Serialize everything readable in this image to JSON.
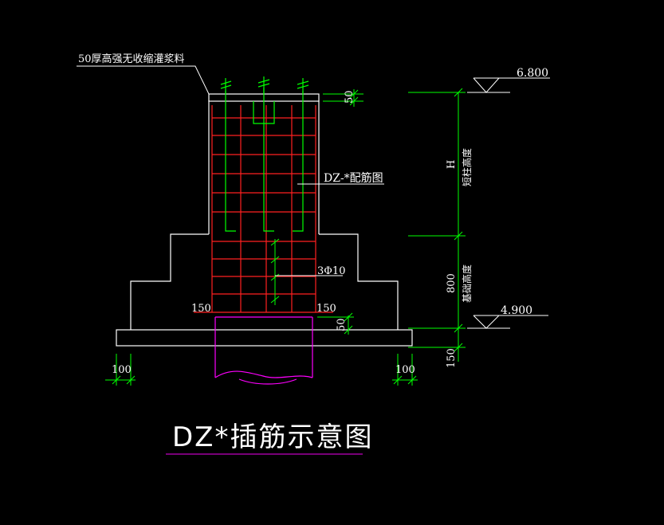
{
  "title": "DZ*插筋示意图",
  "labels": {
    "grout_note": "50厚高强无收缩灌浆料",
    "rebar_detail": "DZ-*配筋图",
    "stirrup": "3Φ10",
    "elev_top": "6.800",
    "elev_bottom": "4.900",
    "height_h": "H",
    "height_h_desc": "短柱高度",
    "height_800": "800",
    "height_800_desc": "基础高度",
    "dim_50_top": "50",
    "dim_50_bottom": "50",
    "dim_150_vert": "150",
    "dim_150_left": "150",
    "dim_150_right": "150",
    "dim_100_left": "100",
    "dim_100_right": "100"
  },
  "colors": {
    "background": "#000000",
    "outline": "#ffffff",
    "rebar": "#ff2020",
    "inserts": "#00ff00",
    "pile": "#ff00ff",
    "underline": "#c000c0"
  }
}
